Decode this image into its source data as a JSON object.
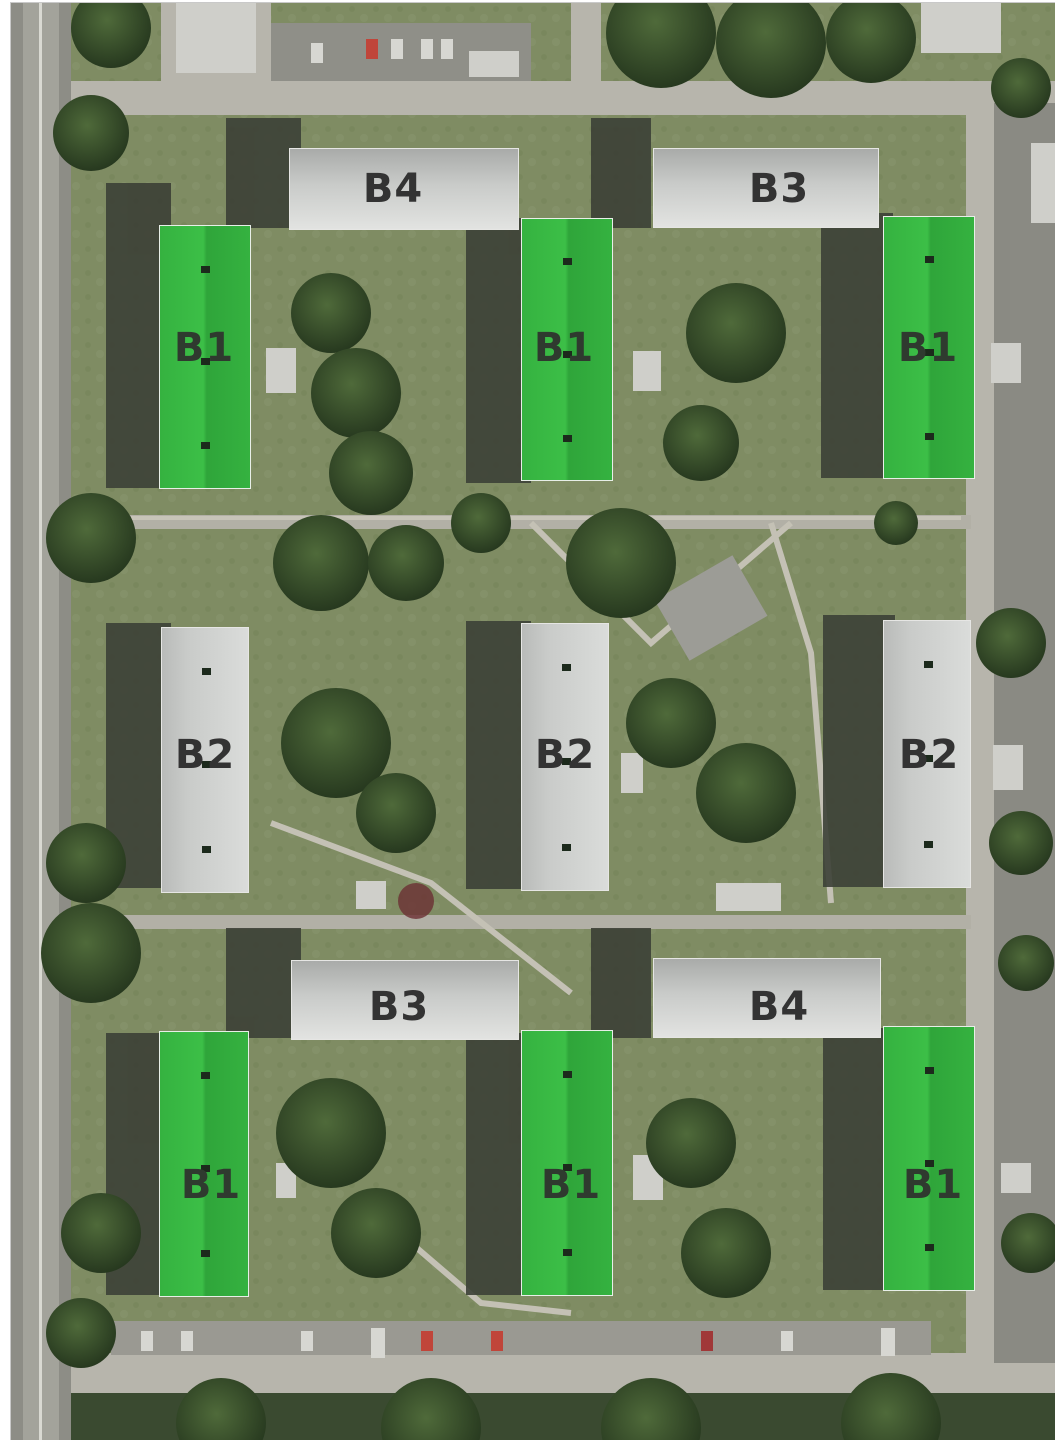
{
  "map": {
    "colors": {
      "green_roof": "#35b240",
      "grey_roof": "#c9cbc9",
      "label_text": "#333333",
      "grass": "#7d8a63",
      "road": "#b7b5ac"
    },
    "buildings": [
      {
        "label": "B4",
        "roof": "grey"
      },
      {
        "label": "B3",
        "roof": "grey"
      },
      {
        "label": "B1",
        "roof": "green"
      },
      {
        "label": "B1",
        "roof": "green"
      },
      {
        "label": "B1",
        "roof": "green"
      },
      {
        "label": "B2",
        "roof": "grey"
      },
      {
        "label": "B2",
        "roof": "grey"
      },
      {
        "label": "B2",
        "roof": "grey"
      },
      {
        "label": "B3",
        "roof": "grey"
      },
      {
        "label": "B4",
        "roof": "grey"
      },
      {
        "label": "B1",
        "roof": "green"
      },
      {
        "label": "B1",
        "roof": "green"
      },
      {
        "label": "B1",
        "roof": "green"
      }
    ]
  }
}
